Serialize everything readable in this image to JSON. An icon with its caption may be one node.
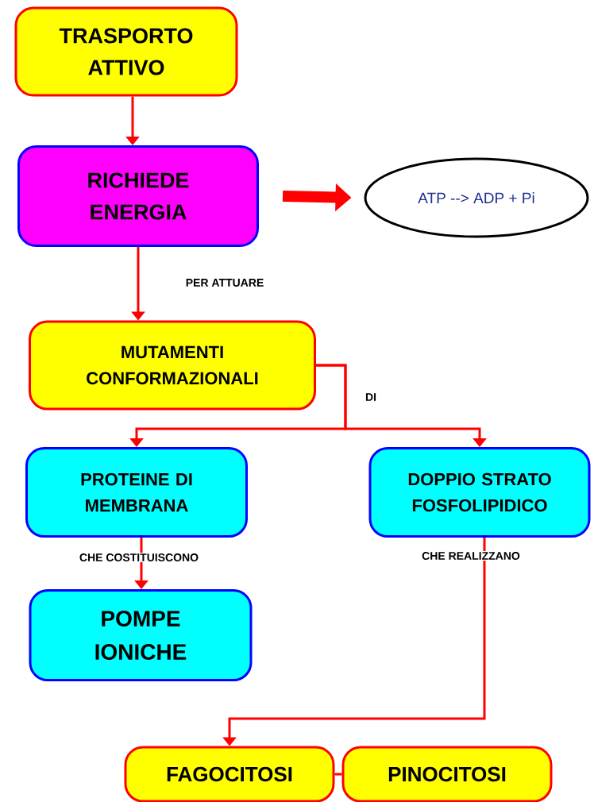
{
  "diagram": {
    "nodes": [
      {
        "text": [
          "TRASPORTO ATTIVO"
        ]
      },
      {
        "text": [
          "RICHIEDE ENERGIA"
        ]
      },
      {
        "text": [
          "ATP --> ADP + Pi"
        ]
      },
      {
        "text": [
          "MUTAMENTI CONFORMAZIONALI"
        ]
      },
      {
        "text": [
          "PROTEINE DI MEMBRANA"
        ]
      },
      {
        "text": [
          "DOPPIO STRATO FOSFOLIPIDICO"
        ]
      },
      {
        "text": [
          "POMPE IONICHE"
        ]
      },
      {
        "text": [
          "FAGOCITOSI"
        ]
      },
      {
        "text": [
          "PINOCITOSI"
        ]
      }
    ],
    "edges": [
      {
        "from": 0,
        "to": 1,
        "arrow": "to"
      },
      {
        "from": 1,
        "to": 2,
        "arrow": "to",
        "style": "thick"
      },
      {
        "from": 1,
        "to": 3,
        "arrow": "to",
        "label": "PER ATTUARE"
      },
      {
        "from": 3,
        "to": 4,
        "arrow": "to"
      },
      {
        "from": 3,
        "to": 5,
        "arrow": "to",
        "label": "DI"
      },
      {
        "from": 4,
        "to": 6,
        "arrow": "to",
        "label": "CHE COSTITUISCONO"
      },
      {
        "from": 5,
        "to": 7,
        "arrow": "to",
        "label": "CHE REALIZZANO"
      },
      {
        "from": 7,
        "to": 8,
        "arrow": "none"
      }
    ]
  }
}
